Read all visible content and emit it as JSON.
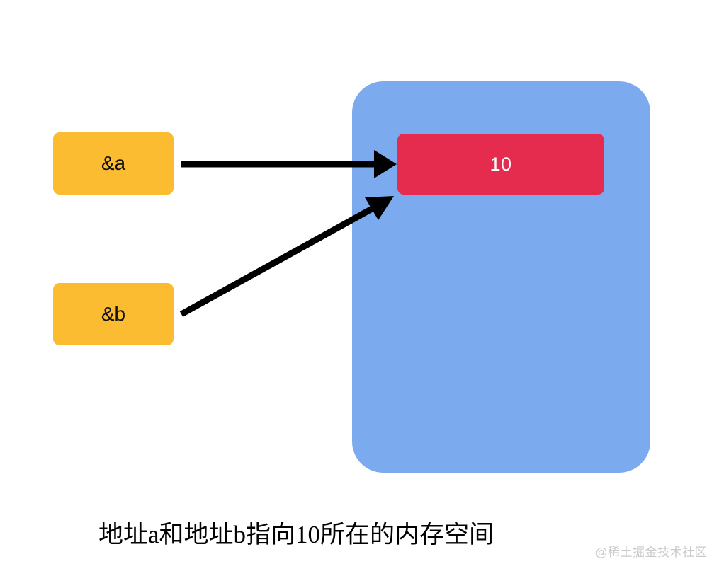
{
  "diagram": {
    "title_caption": "地址a和地址b指向10所在的内存空间",
    "memory_space": {
      "name": "memory-space",
      "color": "#7BAAEE"
    },
    "value_cell": {
      "label": "10",
      "color": "#E52C4F",
      "text_color": "#FFFFFF"
    },
    "pointers": [
      {
        "label": "&a",
        "color": "#FBBC32",
        "text_color": "#111111"
      },
      {
        "label": "&b",
        "color": "#FBBC32",
        "text_color": "#111111"
      }
    ],
    "arrows": [
      {
        "name": "arrow-a-to-value",
        "from": "&a",
        "to": "10",
        "color": "#000000"
      },
      {
        "name": "arrow-b-to-value",
        "from": "&b",
        "to": "10",
        "color": "#000000"
      }
    ]
  },
  "watermark": {
    "text": "@稀土掘金技术社区",
    "color": "#CACACA"
  }
}
